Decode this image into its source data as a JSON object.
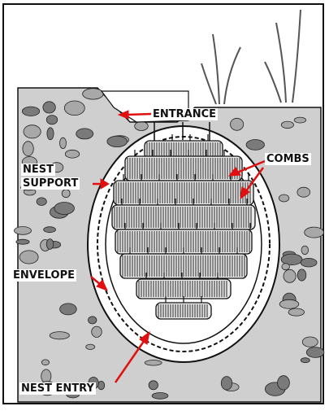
{
  "diagram": {
    "labels": {
      "entrance": "ENTRANCE",
      "combs": "COMBS",
      "nest_support_line1": "NEST",
      "nest_support_line2": "SUPPORT",
      "envelope": "ENVELOPE",
      "nest_entry": "NEST ENTRY"
    },
    "colors": {
      "arrow": "#e01010",
      "ink": "#111111",
      "soil": "#9a9a9a",
      "background": "#ffffff"
    }
  }
}
